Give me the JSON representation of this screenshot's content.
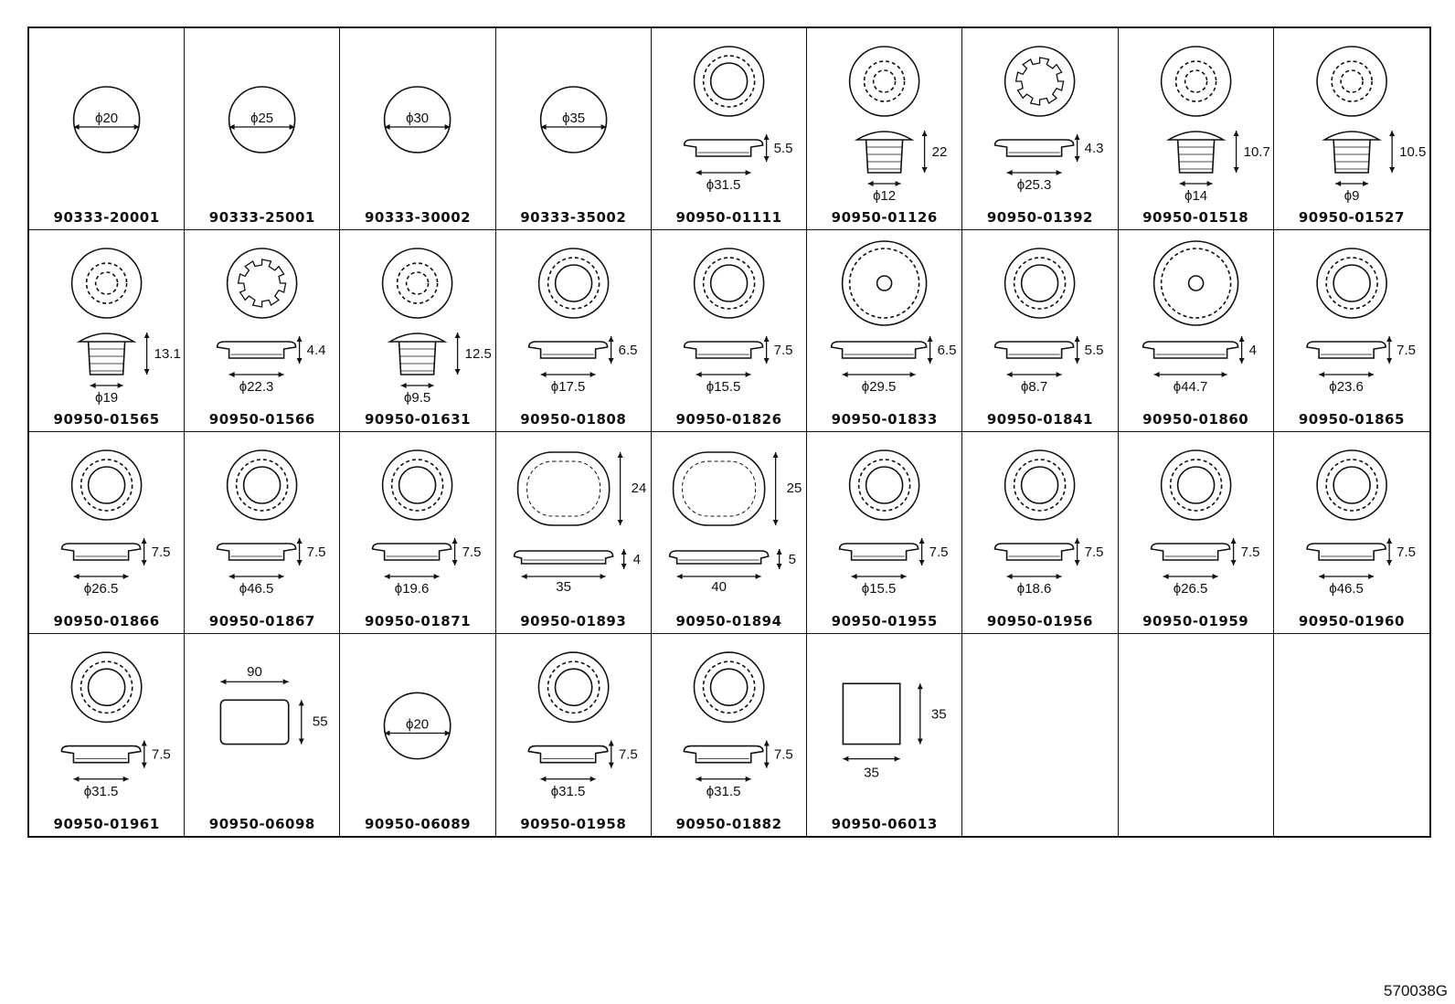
{
  "figure_id": "570038G",
  "cells": [
    {
      "part_no": "90333-20001",
      "shape": "disc",
      "dims": [
        "ϕ20"
      ]
    },
    {
      "part_no": "90333-25001",
      "shape": "disc",
      "dims": [
        "ϕ25"
      ]
    },
    {
      "part_no": "90333-30002",
      "shape": "disc",
      "dims": [
        "ϕ30"
      ]
    },
    {
      "part_no": "90333-35002",
      "shape": "disc",
      "dims": [
        "ϕ35"
      ]
    },
    {
      "part_no": "90950-01111",
      "shape": "grommet",
      "dims": [
        "ϕ31.5",
        "5.5"
      ]
    },
    {
      "part_no": "90950-01126",
      "shape": "clip",
      "dims": [
        "ϕ12",
        "22"
      ]
    },
    {
      "part_no": "90950-01392",
      "shape": "gear-grommet",
      "dims": [
        "ϕ25.3",
        "4.3"
      ]
    },
    {
      "part_no": "90950-01518",
      "shape": "plug",
      "dims": [
        "ϕ14",
        "10.7"
      ]
    },
    {
      "part_no": "90950-01527",
      "shape": "plug",
      "dims": [
        "ϕ9",
        "10.5"
      ]
    },
    {
      "part_no": "90950-01565",
      "shape": "plug",
      "dims": [
        "ϕ19",
        "13.1"
      ]
    },
    {
      "part_no": "90950-01566",
      "shape": "gear-grommet",
      "dims": [
        "ϕ22.3",
        "4.4"
      ]
    },
    {
      "part_no": "90950-01631",
      "shape": "plug",
      "dims": [
        "ϕ9.5",
        "12.5"
      ]
    },
    {
      "part_no": "90950-01808",
      "shape": "grommet",
      "dims": [
        "ϕ17.5",
        "6.5"
      ]
    },
    {
      "part_no": "90950-01826",
      "shape": "grommet",
      "dims": [
        "ϕ15.5",
        "7.5"
      ]
    },
    {
      "part_no": "90950-01833",
      "shape": "flat-grommet",
      "dims": [
        "ϕ29.5",
        "6.5"
      ]
    },
    {
      "part_no": "90950-01841",
      "shape": "grommet",
      "dims": [
        "ϕ8.7",
        "5.5"
      ]
    },
    {
      "part_no": "90950-01860",
      "shape": "flat-grommet",
      "dims": [
        "ϕ44.7",
        "4"
      ]
    },
    {
      "part_no": "90950-01865",
      "shape": "grommet",
      "dims": [
        "ϕ23.6",
        "7.5"
      ]
    },
    {
      "part_no": "90950-01866",
      "shape": "grommet",
      "dims": [
        "ϕ26.5",
        "7.5"
      ]
    },
    {
      "part_no": "90950-01867",
      "shape": "grommet",
      "dims": [
        "ϕ46.5",
        "7.5"
      ]
    },
    {
      "part_no": "90950-01871",
      "shape": "grommet",
      "dims": [
        "ϕ19.6",
        "7.5"
      ]
    },
    {
      "part_no": "90950-01893",
      "shape": "oval",
      "dims": [
        "35",
        "4",
        "24"
      ]
    },
    {
      "part_no": "90950-01894",
      "shape": "oval",
      "dims": [
        "40",
        "5",
        "25"
      ]
    },
    {
      "part_no": "90950-01955",
      "shape": "grommet",
      "dims": [
        "ϕ15.5",
        "7.5"
      ]
    },
    {
      "part_no": "90950-01956",
      "shape": "grommet",
      "dims": [
        "ϕ18.6",
        "7.5"
      ]
    },
    {
      "part_no": "90950-01959",
      "shape": "grommet",
      "dims": [
        "ϕ26.5",
        "7.5"
      ]
    },
    {
      "part_no": "90950-01960",
      "shape": "grommet",
      "dims": [
        "ϕ46.5",
        "7.5"
      ]
    },
    {
      "part_no": "90950-01961",
      "shape": "grommet",
      "dims": [
        "ϕ31.5",
        "7.5"
      ]
    },
    {
      "part_no": "90950-06098",
      "shape": "rect",
      "dims": [
        "90",
        "55"
      ]
    },
    {
      "part_no": "90950-06089",
      "shape": "disc",
      "dims": [
        "ϕ20"
      ]
    },
    {
      "part_no": "90950-01958",
      "shape": "grommet",
      "dims": [
        "ϕ31.5",
        "7.5"
      ]
    },
    {
      "part_no": "90950-01882",
      "shape": "grommet",
      "dims": [
        "ϕ31.5",
        "7.5"
      ]
    },
    {
      "part_no": "90950-06013",
      "shape": "square",
      "dims": [
        "35",
        "35"
      ]
    },
    {
      "part_no": "",
      "shape": "empty",
      "dims": []
    },
    {
      "part_no": "",
      "shape": "empty",
      "dims": []
    },
    {
      "part_no": "",
      "shape": "empty",
      "dims": []
    }
  ]
}
